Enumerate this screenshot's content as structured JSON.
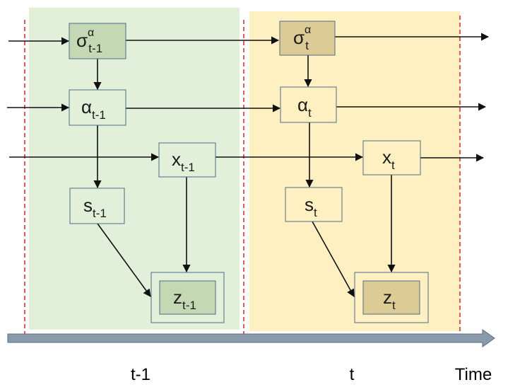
{
  "slices": {
    "prev": {
      "label": "t-1"
    },
    "curr": {
      "label": "t"
    }
  },
  "time_axis": {
    "label": "Time"
  },
  "nodes": {
    "sigma_prev": {
      "base": "σ",
      "sup": "α",
      "sub": "t-1"
    },
    "alpha_prev": {
      "base": "α",
      "sub": "t-1"
    },
    "x_prev": {
      "base": "x",
      "sub": "t-1"
    },
    "s_prev": {
      "base": "s",
      "sub": "t-1"
    },
    "z_prev": {
      "base": "z",
      "sub": "t-1"
    },
    "sigma_curr": {
      "base": "σ",
      "sup": "α",
      "sub": "t"
    },
    "alpha_curr": {
      "base": "α",
      "sub": "t"
    },
    "x_curr": {
      "base": "x",
      "sub": "t"
    },
    "s_curr": {
      "base": "s",
      "sub": "t"
    },
    "z_curr": {
      "base": "z",
      "sub": "t"
    }
  },
  "colors": {
    "prev_slice_bg": "#e2efd9",
    "curr_slice_bg": "#fff0c2",
    "shaded_node_prev": "#c5d8b4",
    "shaded_node_curr": "#dccb94",
    "divider": "#e8302a",
    "time_arrow": "#8a9aa8"
  }
}
